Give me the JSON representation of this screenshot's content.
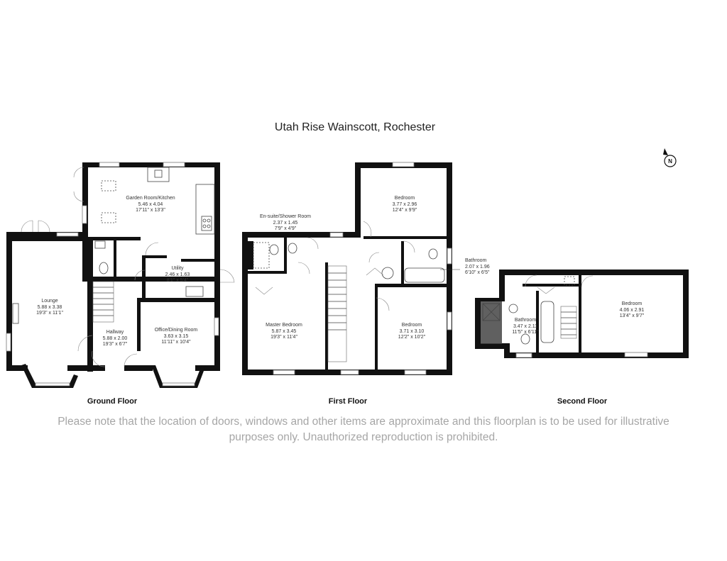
{
  "title": "Utah Rise Wainscott, Rochester",
  "compass_label": "N",
  "floors": [
    {
      "label": "Ground Floor",
      "rooms": [
        {
          "name": "Garden Room/Kitchen",
          "metric": "5.46 x 4.04",
          "imperial": "17'11\" x 13'3\""
        },
        {
          "name": "Utility",
          "metric": "2.46 x 1.63",
          "imperial": "8'1\" x 5'4\""
        },
        {
          "name": "Lounge",
          "metric": "5.88 x 3.38",
          "imperial": "19'3\" x 11'1\""
        },
        {
          "name": "Hallway",
          "metric": "5.88 x 2.00",
          "imperial": "19'3\" x 6'7\""
        },
        {
          "name": "Office/Dining Room",
          "metric": "3.63 x 3.15",
          "imperial": "11'11\" x 10'4\""
        }
      ]
    },
    {
      "label": "First Floor",
      "rooms": [
        {
          "name": "Bedroom",
          "metric": "3.77 x 2.96",
          "imperial": "12'4\" x 9'9\""
        },
        {
          "name": "En-suite/Shower Room",
          "metric": "2.37 x 1.45",
          "imperial": "7'9\" x 4'9\""
        },
        {
          "name": "Bathroom",
          "metric": "2.07 x 1.96",
          "imperial": "6'10\" x 6'5\""
        },
        {
          "name": "Master Bedroom",
          "metric": "5.87 x 3.45",
          "imperial": "19'3\" x 11'4\""
        },
        {
          "name": "Bedroom",
          "metric": "3.71 x 3.10",
          "imperial": "12'2\" x 10'2\""
        }
      ]
    },
    {
      "label": "Second Floor",
      "rooms": [
        {
          "name": "Bedroom",
          "metric": "4.06 x 2.91",
          "imperial": "13'4\" x 9'7\""
        },
        {
          "name": "Bathroom",
          "metric": "3.47 x 2.11",
          "imperial": "11'5\" x 6'11\""
        }
      ]
    }
  ],
  "disclaimer_line1": "Please note that the location of doors, windows and other items are approximate and this floorplan is to be used for illustrative",
  "disclaimer_line2": "purposes only. Unauthorized reproduction is prohibited."
}
